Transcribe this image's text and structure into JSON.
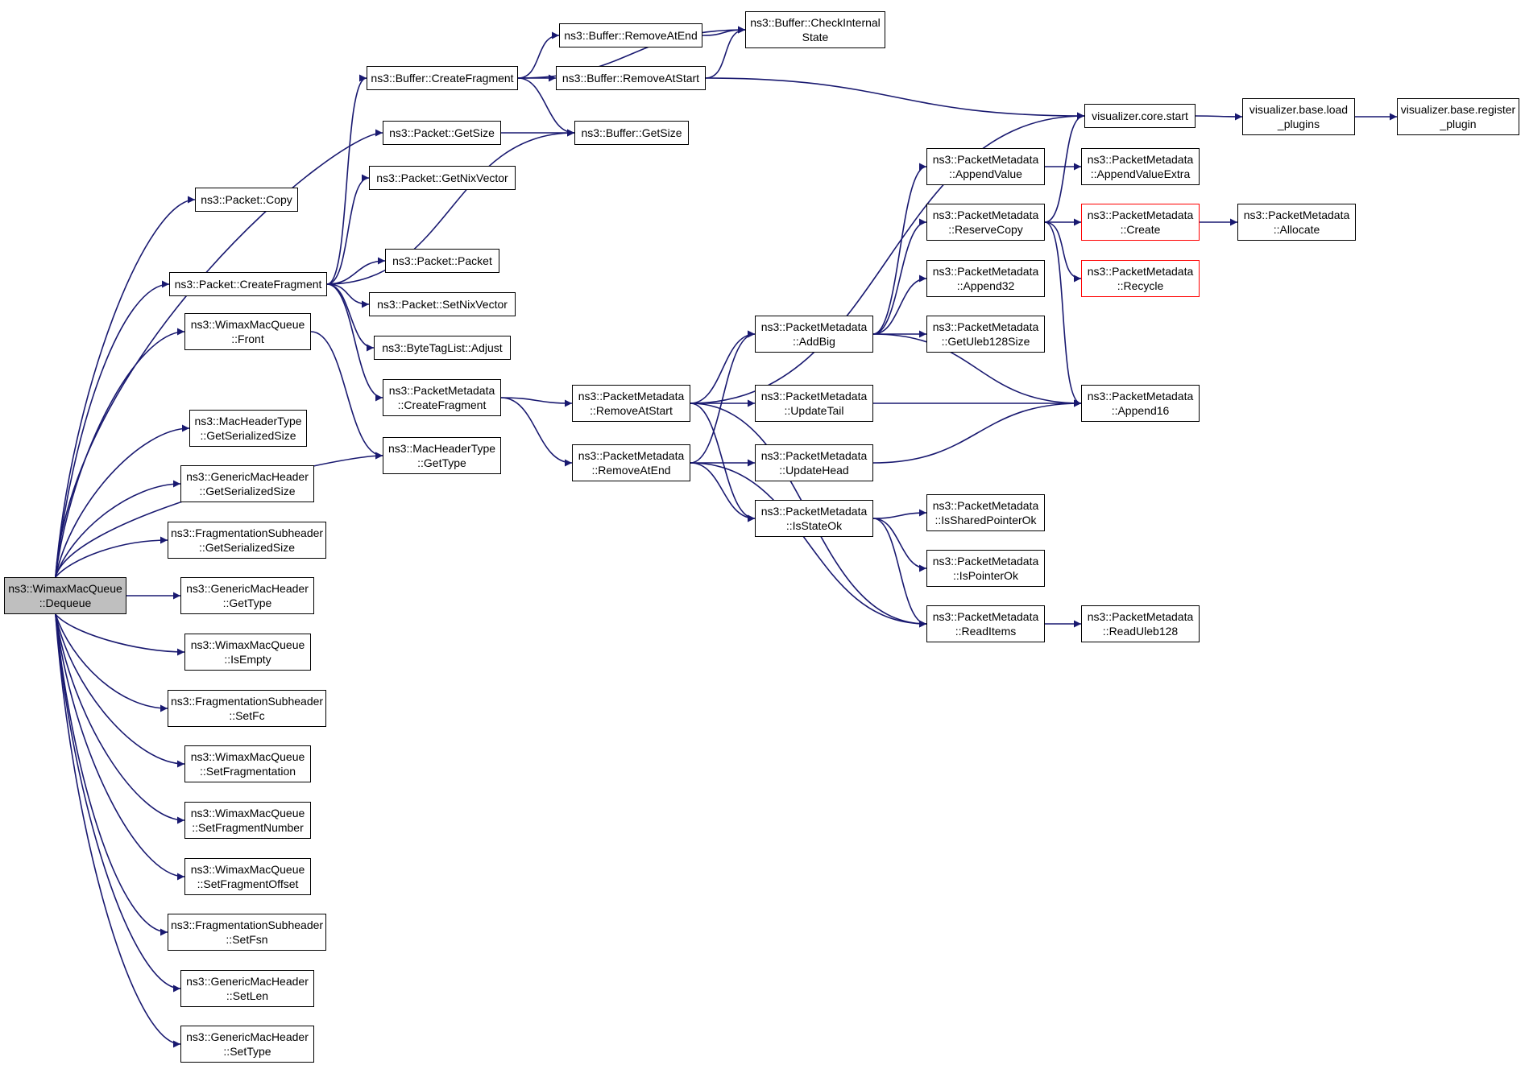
{
  "graph": {
    "nodes": [
      {
        "id": "dequeue",
        "lines": [
          "ns3::WimaxMacQueue",
          "::Dequeue"
        ],
        "style": "root"
      },
      {
        "id": "packet-copy",
        "lines": [
          "ns3::Packet::Copy"
        ]
      },
      {
        "id": "packet-createfragment",
        "lines": [
          "ns3::Packet::CreateFragment"
        ]
      },
      {
        "id": "wmq-front",
        "lines": [
          "ns3::WimaxMacQueue",
          "::Front"
        ]
      },
      {
        "id": "mht-getserializedsize",
        "lines": [
          "ns3::MacHeaderType",
          "::GetSerializedSize"
        ]
      },
      {
        "id": "gmh-getserializedsize",
        "lines": [
          "ns3::GenericMacHeader",
          "::GetSerializedSize"
        ]
      },
      {
        "id": "fsh-getserializedsize",
        "lines": [
          "ns3::FragmentationSubheader",
          "::GetSerializedSize"
        ]
      },
      {
        "id": "gmh-gettype",
        "lines": [
          "ns3::GenericMacHeader",
          "::GetType"
        ]
      },
      {
        "id": "wmq-isempty",
        "lines": [
          "ns3::WimaxMacQueue",
          "::IsEmpty"
        ]
      },
      {
        "id": "fsh-setfc",
        "lines": [
          "ns3::FragmentationSubheader",
          "::SetFc"
        ]
      },
      {
        "id": "wmq-setfragmentation",
        "lines": [
          "ns3::WimaxMacQueue",
          "::SetFragmentation"
        ]
      },
      {
        "id": "wmq-setfragmentnumber",
        "lines": [
          "ns3::WimaxMacQueue",
          "::SetFragmentNumber"
        ]
      },
      {
        "id": "wmq-setfragmentoffset",
        "lines": [
          "ns3::WimaxMacQueue",
          "::SetFragmentOffset"
        ]
      },
      {
        "id": "fsh-setfsn",
        "lines": [
          "ns3::FragmentationSubheader",
          "::SetFsn"
        ]
      },
      {
        "id": "gmh-setlen",
        "lines": [
          "ns3::GenericMacHeader",
          "::SetLen"
        ]
      },
      {
        "id": "gmh-settype",
        "lines": [
          "ns3::GenericMacHeader",
          "::SetType"
        ]
      },
      {
        "id": "buffer-createfragment",
        "lines": [
          "ns3::Buffer::CreateFragment"
        ]
      },
      {
        "id": "packet-getsize",
        "lines": [
          "ns3::Packet::GetSize"
        ]
      },
      {
        "id": "packet-getnixvector",
        "lines": [
          "ns3::Packet::GetNixVector"
        ]
      },
      {
        "id": "packet-packet",
        "lines": [
          "ns3::Packet::Packet"
        ]
      },
      {
        "id": "packet-setnixvector",
        "lines": [
          "ns3::Packet::SetNixVector"
        ]
      },
      {
        "id": "bytetaglist-adjust",
        "lines": [
          "ns3::ByteTagList::Adjust"
        ]
      },
      {
        "id": "pm-createfragment",
        "lines": [
          "ns3::PacketMetadata",
          "::CreateFragment"
        ]
      },
      {
        "id": "mht-gettype",
        "lines": [
          "ns3::MacHeaderType",
          "::GetType"
        ]
      },
      {
        "id": "buffer-removeatend",
        "lines": [
          "ns3::Buffer::RemoveAtEnd"
        ]
      },
      {
        "id": "buffer-removeatstart",
        "lines": [
          "ns3::Buffer::RemoveAtStart"
        ]
      },
      {
        "id": "buffer-getsize",
        "lines": [
          "ns3::Buffer::GetSize"
        ]
      },
      {
        "id": "buffer-checkinternalstate",
        "lines": [
          "ns3::Buffer::CheckInternal",
          "State"
        ]
      },
      {
        "id": "pm-removeatstart",
        "lines": [
          "ns3::PacketMetadata",
          "::RemoveAtStart"
        ]
      },
      {
        "id": "pm-removeatend",
        "lines": [
          "ns3::PacketMetadata",
          "::RemoveAtEnd"
        ]
      },
      {
        "id": "pm-addbig",
        "lines": [
          "ns3::PacketMetadata",
          "::AddBig"
        ]
      },
      {
        "id": "pm-updatetail",
        "lines": [
          "ns3::PacketMetadata",
          "::UpdateTail"
        ]
      },
      {
        "id": "pm-updatehead",
        "lines": [
          "ns3::PacketMetadata",
          "::UpdateHead"
        ]
      },
      {
        "id": "pm-isstateok",
        "lines": [
          "ns3::PacketMetadata",
          "::IsStateOk"
        ]
      },
      {
        "id": "pm-appendvalue",
        "lines": [
          "ns3::PacketMetadata",
          "::AppendValue"
        ]
      },
      {
        "id": "pm-reservecopy",
        "lines": [
          "ns3::PacketMetadata",
          "::ReserveCopy"
        ]
      },
      {
        "id": "pm-append32",
        "lines": [
          "ns3::PacketMetadata",
          "::Append32"
        ]
      },
      {
        "id": "pm-getuleb128size",
        "lines": [
          "ns3::PacketMetadata",
          "::GetUleb128Size"
        ]
      },
      {
        "id": "pm-issharedpointerok",
        "lines": [
          "ns3::PacketMetadata",
          "::IsSharedPointerOk"
        ]
      },
      {
        "id": "pm-ispointerok",
        "lines": [
          "ns3::PacketMetadata",
          "::IsPointerOk"
        ]
      },
      {
        "id": "pm-readitems",
        "lines": [
          "ns3::PacketMetadata",
          "::ReadItems"
        ]
      },
      {
        "id": "visualizer-core-start",
        "lines": [
          "visualizer.core.start"
        ]
      },
      {
        "id": "pm-appendvalueextra",
        "lines": [
          "ns3::PacketMetadata",
          "::AppendValueExtra"
        ]
      },
      {
        "id": "pm-create",
        "lines": [
          "ns3::PacketMetadata",
          "::Create"
        ],
        "style": "partial"
      },
      {
        "id": "pm-recycle",
        "lines": [
          "ns3::PacketMetadata",
          "::Recycle"
        ],
        "style": "partial"
      },
      {
        "id": "pm-append16",
        "lines": [
          "ns3::PacketMetadata",
          "::Append16"
        ]
      },
      {
        "id": "pm-readuleb128",
        "lines": [
          "ns3::PacketMetadata",
          "::ReadUleb128"
        ]
      },
      {
        "id": "visualizer-base-load-plugins",
        "lines": [
          "visualizer.base.load",
          "_plugins"
        ]
      },
      {
        "id": "pm-allocate",
        "lines": [
          "ns3::PacketMetadata",
          "::Allocate"
        ]
      },
      {
        "id": "visualizer-base-register-plugin",
        "lines": [
          "visualizer.base.register",
          "_plugin"
        ]
      }
    ],
    "edges": [
      [
        "dequeue",
        "packet-copy"
      ],
      [
        "dequeue",
        "packet-createfragment"
      ],
      [
        "dequeue",
        "wmq-front"
      ],
      [
        "dequeue",
        "mht-getserializedsize"
      ],
      [
        "dequeue",
        "gmh-getserializedsize"
      ],
      [
        "dequeue",
        "fsh-getserializedsize"
      ],
      [
        "dequeue",
        "gmh-gettype"
      ],
      [
        "dequeue",
        "wmq-isempty"
      ],
      [
        "dequeue",
        "fsh-setfc"
      ],
      [
        "dequeue",
        "wmq-setfragmentation"
      ],
      [
        "dequeue",
        "wmq-setfragmentnumber"
      ],
      [
        "dequeue",
        "wmq-setfragmentoffset"
      ],
      [
        "dequeue",
        "fsh-setfsn"
      ],
      [
        "dequeue",
        "gmh-setlen"
      ],
      [
        "dequeue",
        "gmh-settype"
      ],
      [
        "dequeue",
        "mht-gettype"
      ],
      [
        "dequeue",
        "packet-getsize"
      ],
      [
        "packet-createfragment",
        "buffer-createfragment"
      ],
      [
        "packet-createfragment",
        "packet-getnixvector"
      ],
      [
        "packet-createfragment",
        "packet-packet"
      ],
      [
        "packet-createfragment",
        "packet-setnixvector"
      ],
      [
        "packet-createfragment",
        "bytetaglist-adjust"
      ],
      [
        "packet-createfragment",
        "pm-createfragment"
      ],
      [
        "packet-createfragment",
        "buffer-getsize"
      ],
      [
        "wmq-front",
        "mht-gettype"
      ],
      [
        "buffer-createfragment",
        "buffer-checkinternalstate"
      ],
      [
        "buffer-createfragment",
        "buffer-removeatend"
      ],
      [
        "buffer-createfragment",
        "buffer-removeatstart"
      ],
      [
        "buffer-createfragment",
        "buffer-getsize"
      ],
      [
        "buffer-removeatend",
        "buffer-checkinternalstate"
      ],
      [
        "buffer-removeatstart",
        "buffer-checkinternalstate"
      ],
      [
        "buffer-removeatstart",
        "visualizer-core-start"
      ],
      [
        "packet-getsize",
        "buffer-getsize"
      ],
      [
        "pm-createfragment",
        "pm-removeatstart"
      ],
      [
        "pm-createfragment",
        "pm-removeatend"
      ],
      [
        "pm-removeatstart",
        "visualizer-core-start"
      ],
      [
        "pm-removeatstart",
        "pm-addbig"
      ],
      [
        "pm-removeatstart",
        "pm-updatetail"
      ],
      [
        "pm-removeatstart",
        "pm-isstateok"
      ],
      [
        "pm-removeatstart",
        "pm-readitems"
      ],
      [
        "pm-removeatend",
        "pm-addbig"
      ],
      [
        "pm-removeatend",
        "pm-updatehead"
      ],
      [
        "pm-removeatend",
        "pm-isstateok"
      ],
      [
        "pm-removeatend",
        "pm-readitems"
      ],
      [
        "pm-addbig",
        "pm-appendvalue"
      ],
      [
        "pm-addbig",
        "pm-reservecopy"
      ],
      [
        "pm-addbig",
        "pm-append32"
      ],
      [
        "pm-addbig",
        "pm-getuleb128size"
      ],
      [
        "pm-addbig",
        "pm-append16"
      ],
      [
        "pm-updatetail",
        "pm-append16"
      ],
      [
        "pm-updatehead",
        "pm-append16"
      ],
      [
        "pm-isstateok",
        "pm-issharedpointerok"
      ],
      [
        "pm-isstateok",
        "pm-ispointerok"
      ],
      [
        "pm-isstateok",
        "pm-readitems"
      ],
      [
        "pm-appendvalue",
        "pm-appendvalueextra"
      ],
      [
        "pm-reservecopy",
        "visualizer-core-start"
      ],
      [
        "pm-reservecopy",
        "pm-create"
      ],
      [
        "pm-reservecopy",
        "pm-recycle"
      ],
      [
        "pm-reservecopy",
        "pm-append16"
      ],
      [
        "pm-create",
        "pm-allocate"
      ],
      [
        "pm-readitems",
        "pm-readuleb128"
      ],
      [
        "visualizer-core-start",
        "visualizer-base-load-plugins"
      ],
      [
        "visualizer-base-load-plugins",
        "visualizer-base-register-plugin"
      ]
    ],
    "colors": {
      "edge": "#191970",
      "root_fill": "#bfbfbf",
      "partial_border": "#ff0000",
      "border": "#000000"
    }
  }
}
